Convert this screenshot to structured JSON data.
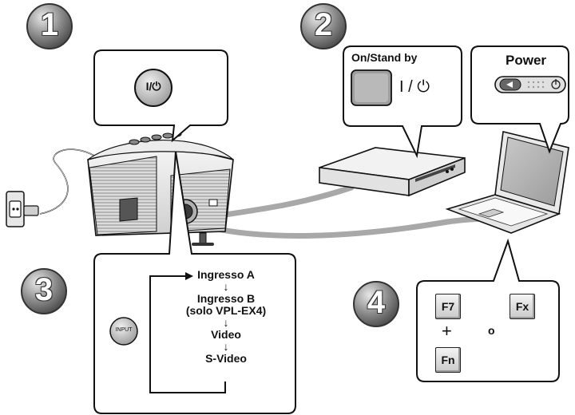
{
  "steps": [
    "1",
    "2",
    "3",
    "4"
  ],
  "callout_power_projector": {
    "button_symbol": "I/⏻"
  },
  "callout_device": {
    "title": "On/Stand by",
    "symbol": "I / ⏻"
  },
  "callout_laptop": {
    "title": "Power"
  },
  "callout_input": {
    "button_label": "INPUT",
    "sequence": [
      "Ingresso A",
      "↓",
      "Ingresso B",
      "(solo VPL-EX4)",
      "↓",
      "Video",
      "↓",
      "S-Video"
    ]
  },
  "callout_keys": {
    "key1": "F7",
    "key2": "Fx",
    "key3": "Fn",
    "plus": "+",
    "or": "o"
  },
  "colors": {
    "badge": "#8a8a8a",
    "cable": "#a8a8a8",
    "stroke": "#111111"
  }
}
